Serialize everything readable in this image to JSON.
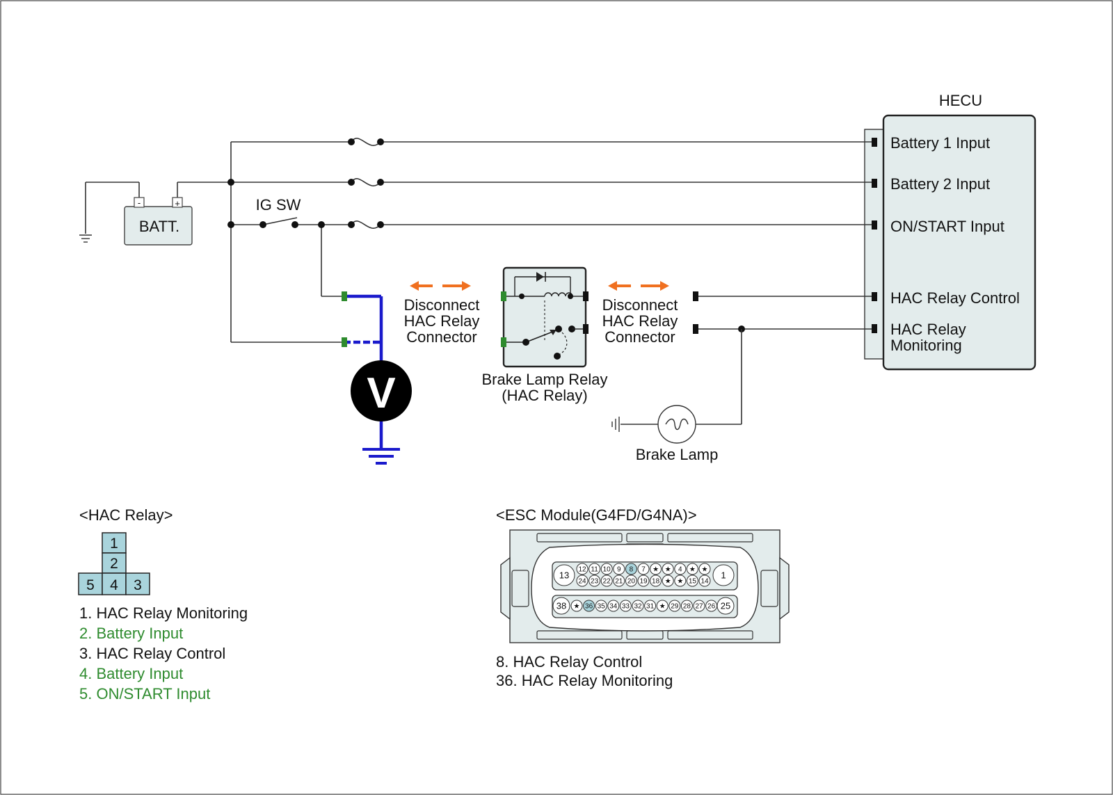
{
  "hecu": {
    "title": "HECU",
    "inputs": [
      "Battery 1 Input",
      "Battery 2 Input",
      "ON/START Input",
      "HAC Relay Control",
      "HAC Relay",
      "Monitoring"
    ]
  },
  "battery": {
    "label": "BATT.",
    "minus": "-",
    "plus": "+"
  },
  "ig_switch": {
    "label": "IG SW"
  },
  "voltmeter": {
    "symbol": "V"
  },
  "disconnect_left": [
    "Disconnect",
    "HAC Relay",
    "Connector"
  ],
  "disconnect_right": [
    "Disconnect",
    "HAC Relay",
    "Connector"
  ],
  "relay": {
    "label_1": "Brake Lamp Relay",
    "label_2": "(HAC Relay)"
  },
  "brake_lamp": {
    "label": "Brake Lamp"
  },
  "hac_relay_connector": {
    "title": "<HAC Relay>",
    "pins": [
      "1",
      "2",
      "5",
      "4",
      "3"
    ],
    "legend": [
      {
        "text": "1. HAC Relay Monitoring",
        "color": "#111111"
      },
      {
        "text": "2. Battery Input",
        "color": "#2e8b2e"
      },
      {
        "text": "3. HAC Relay Control",
        "color": "#111111"
      },
      {
        "text": "4. Battery Input",
        "color": "#2e8b2e"
      },
      {
        "text": "5. ON/START Input",
        "color": "#2e8b2e"
      }
    ]
  },
  "esc_module": {
    "title": "<ESC Module(G4FD/G4NA)>",
    "row1_top": [
      "12",
      "11",
      "10",
      "9",
      "8",
      "7",
      "★",
      "★",
      "4",
      "★",
      "★"
    ],
    "row1_bottom": [
      "24",
      "23",
      "22",
      "21",
      "20",
      "19",
      "18",
      "★",
      "★",
      "15",
      "14"
    ],
    "row2": [
      "★",
      "36",
      "35",
      "34",
      "33",
      "32",
      "31",
      "★",
      "29",
      "28",
      "27",
      "26"
    ],
    "big_pins": [
      "13",
      "1",
      "38",
      "25"
    ],
    "highlighted": [
      "8",
      "36"
    ],
    "legend": [
      "8. HAC Relay Control",
      "36. HAC Relay Monitoring"
    ]
  },
  "colors": {
    "measure_wire": "#1a1acc",
    "arrow": "#f07020",
    "pin_green": "#2e8b2e",
    "panel": "#e3ecec",
    "connector_cell": "#a9d4dc"
  }
}
